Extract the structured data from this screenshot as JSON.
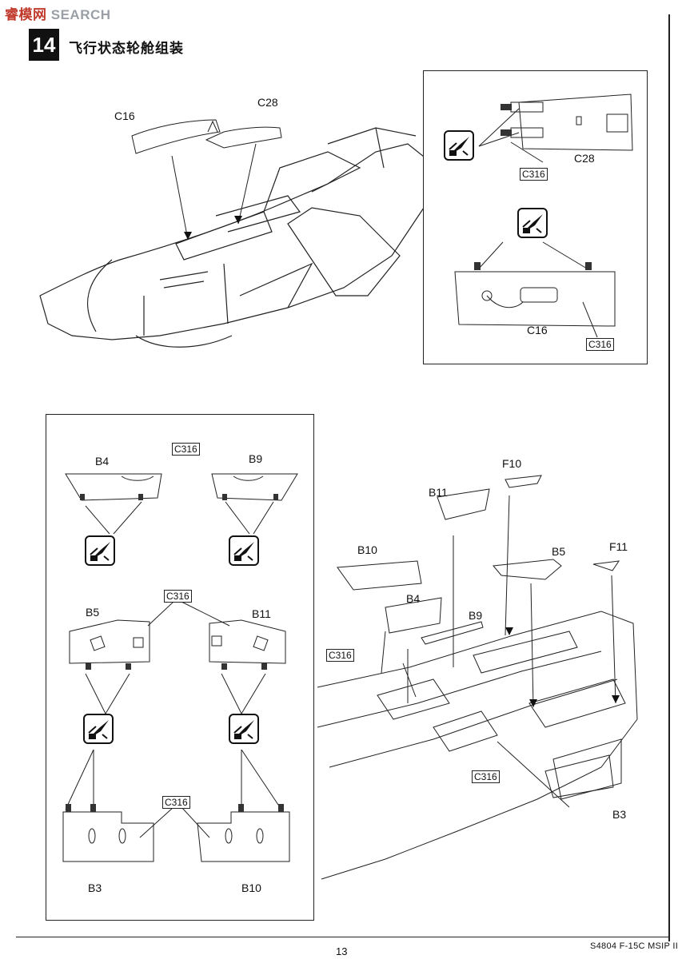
{
  "watermark": {
    "cn": "睿模网",
    "en": "SEARCH"
  },
  "step": {
    "number": "14",
    "title": "飞行状态轮舱组装"
  },
  "top_drawing": {
    "labels": {
      "c16": "C16",
      "c28": "C28"
    }
  },
  "inset_top_right": {
    "c28_label": "C28",
    "c28_code": "C316",
    "c16_label": "C16",
    "c16_code": "C316",
    "tool_icon": "side-cutter-icon"
  },
  "inset_left": {
    "code_top": "C316",
    "b4": "B4",
    "b9": "B9",
    "code_mid": "C316",
    "b5": "B5",
    "b11": "B11",
    "code_bottom": "C316",
    "b3": "B3",
    "b10": "B10"
  },
  "bottom_drawing": {
    "f10": "F10",
    "b11": "B11",
    "b10": "B10",
    "b5": "B5",
    "f11": "F11",
    "b4": "B4",
    "b9": "B9",
    "code_left": "C316",
    "code_mid": "C316",
    "b3": "B3"
  },
  "footer": {
    "page_number": "13",
    "model": "S4804 F-15C MSIP II"
  }
}
